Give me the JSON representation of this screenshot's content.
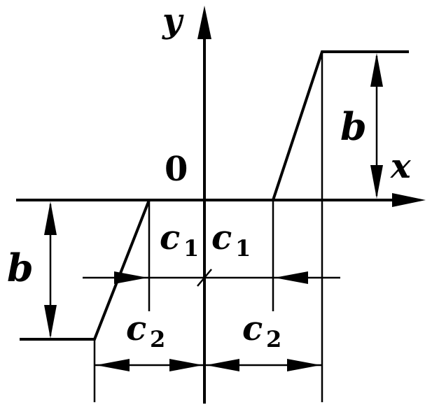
{
  "labels": {
    "y_axis": "y",
    "x_axis": "x",
    "origin": "0",
    "b_right": "b",
    "b_left": "b",
    "c1_left": "c",
    "c1_left_sub": "1",
    "c1_right": "c",
    "c1_right_sub": "1",
    "c2_left": "c",
    "c2_left_sub": "2",
    "c2_right": "c",
    "c2_right_sub": "2"
  }
}
